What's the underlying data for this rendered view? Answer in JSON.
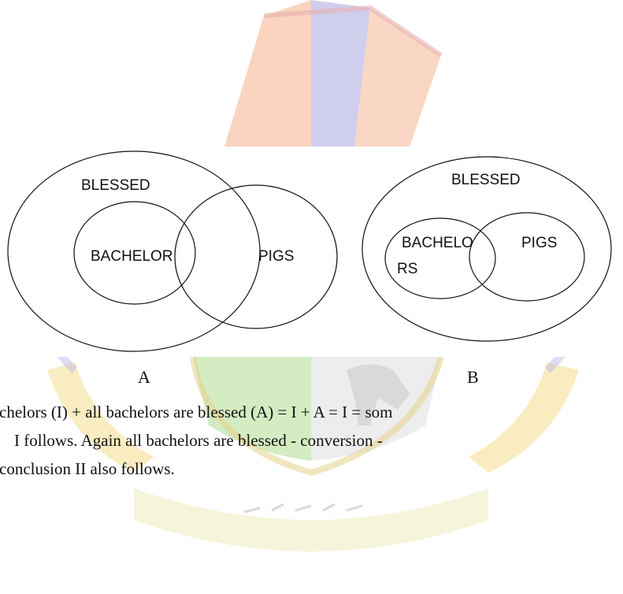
{
  "watermark": {
    "colors": {
      "orange": "#f5b08a",
      "green": "#b6e09a",
      "blue": "#a9a6df",
      "gold": "#f4dc8c"
    }
  },
  "diagram_a": {
    "outer_label": "BLESSED",
    "left_label": "BACHELOR",
    "right_label": "PIGS",
    "caption": "A"
  },
  "diagram_b": {
    "outer_label": "BLESSED",
    "left_label_line1": "BACHELO",
    "left_label_line2": "RS",
    "right_label": "PIGS",
    "caption": "B"
  },
  "text": {
    "line1": "chelors (I) + all bachelors are blessed (A) = I + A = I = som",
    "line2": "I follows. Again all bachelors are blessed - conversion -",
    "line3": "conclusion II also follows."
  }
}
